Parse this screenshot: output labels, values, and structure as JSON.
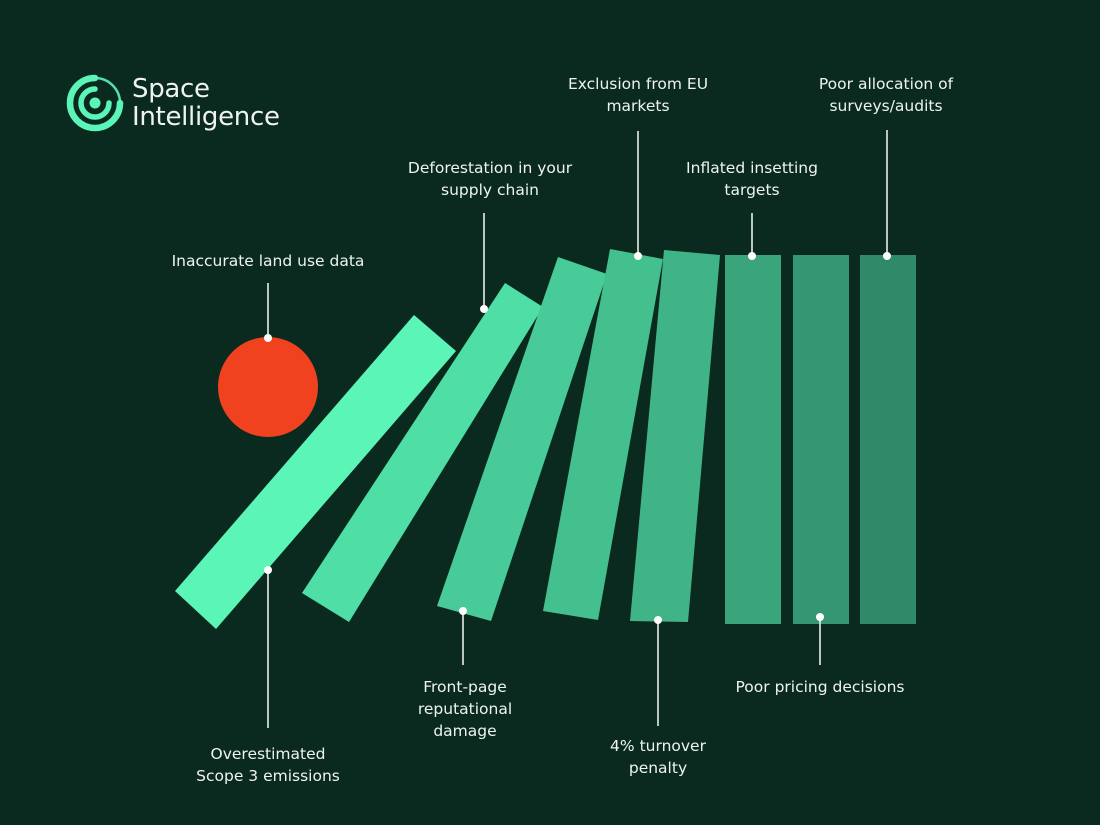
{
  "brand": {
    "line1": "Space",
    "line2": "Intelligence",
    "icon": "target-rings-icon",
    "color": "#5cf5b8"
  },
  "colors": {
    "background": "#0a2a1f",
    "trigger_ball": "#f0421f",
    "text": "#eef3f0",
    "connector": "#e8eeea"
  },
  "trigger": {
    "lines": [
      "Inaccurate land use data"
    ]
  },
  "dominoes": [
    {
      "id": "overestimated-scope3",
      "color": "#5cf5b8",
      "lines": [
        "Overestimated",
        "Scope 3 emissions"
      ]
    },
    {
      "id": "deforestation",
      "color": "#4fdfa6",
      "lines": [
        "Deforestation in your",
        "supply chain"
      ]
    },
    {
      "id": "front-page-damage",
      "color": "#48cb98",
      "lines": [
        "Front-page",
        "reputational",
        "damage"
      ]
    },
    {
      "id": "eu-exclusion",
      "color": "#44bf8e",
      "lines": [
        "Exclusion from EU",
        "markets"
      ]
    },
    {
      "id": "turnover-penalty",
      "color": "#40b486",
      "lines": [
        "4% turnover",
        "penalty"
      ]
    },
    {
      "id": "inflated-insetting",
      "color": "#3aa47b",
      "lines": [
        "Inflated insetting",
        "targets"
      ]
    },
    {
      "id": "pricing-decisions",
      "color": "#349672",
      "lines": [
        "Poor pricing decisions"
      ]
    },
    {
      "id": "survey-allocation",
      "color": "#2f8a69",
      "lines": [
        "Poor allocation of",
        "surveys/audits"
      ]
    }
  ]
}
